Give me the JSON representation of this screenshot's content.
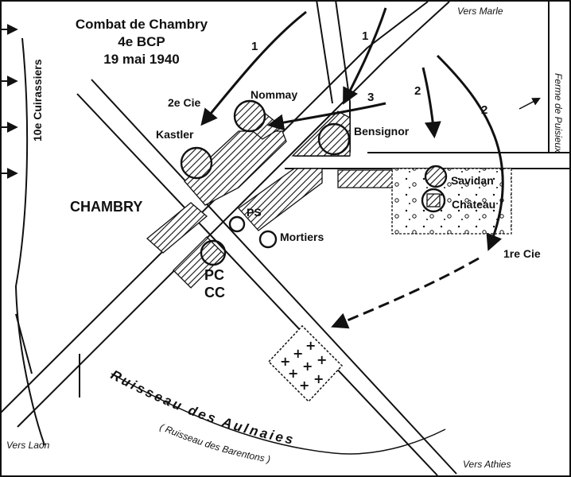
{
  "title": {
    "line1": "Combat de Chambry",
    "line2": "4e BCP",
    "line3": "19 mai 1940"
  },
  "roads": {
    "vers_marle": "Vers Marle",
    "vers_laon": "Vers Laon",
    "vers_athies": "Vers Athies",
    "ferme_de_puisieux": "Ferme de Puisieux"
  },
  "units": {
    "cuirassiers": "10e Cuirassiers",
    "compagnie_2": "2e Cie",
    "compagnie_1": "1re Cie"
  },
  "places": {
    "village": "CHAMBRY",
    "kastler": "Kastler",
    "nommay": "Nommay",
    "bensignor": "Bensignor",
    "savidan": "Savidan",
    "chateau": "Château",
    "ps": "PS",
    "mortiers": "Mortiers",
    "pc": "PC",
    "cc": "CC"
  },
  "arrows": {
    "n1a": "1",
    "n1b": "1",
    "n2a": "2",
    "n2b": "2",
    "n3": "3"
  },
  "river": {
    "name": "Ruisseau des Aulnaies",
    "alt_name": "( Ruisseau des Barentons )"
  },
  "icons": [
    "arrow-head-icon",
    "cemetery-cross-icon",
    "strongpoint-circle-icon",
    "park-dots-icon"
  ]
}
